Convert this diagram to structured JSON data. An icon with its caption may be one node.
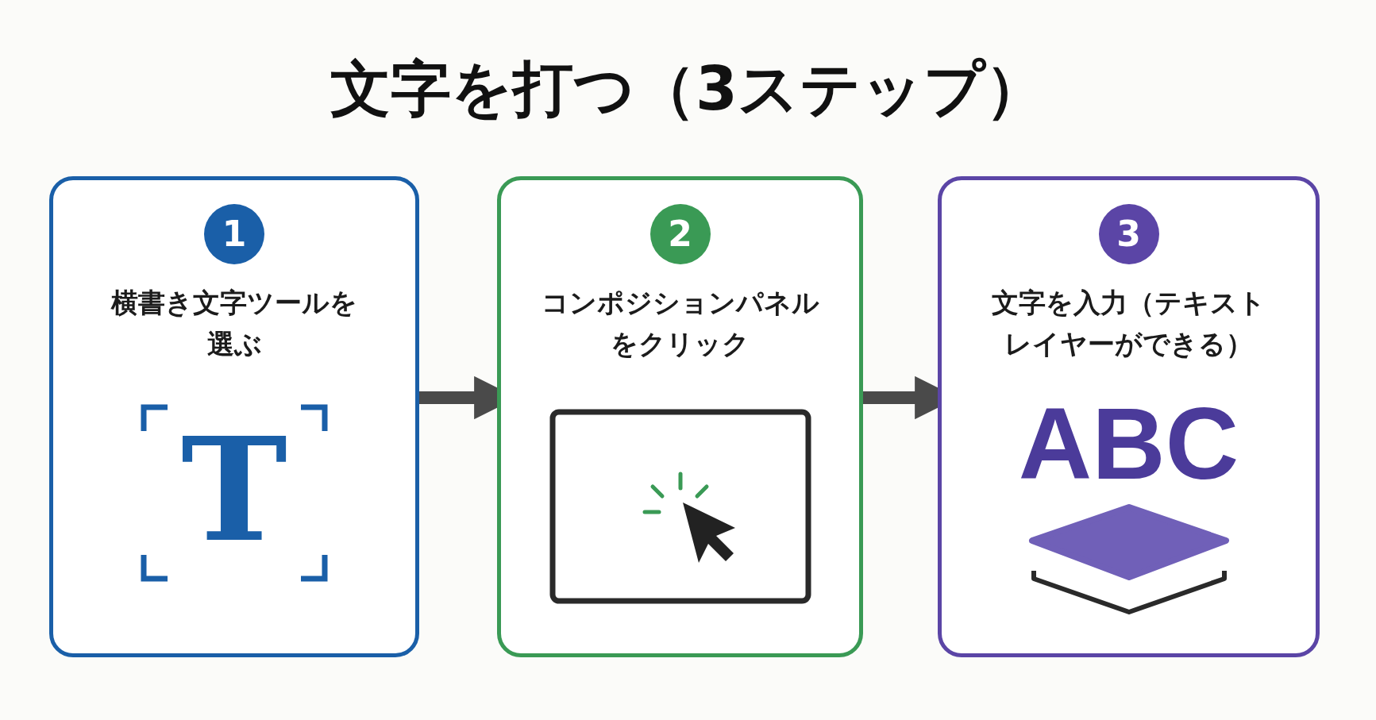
{
  "diagram": {
    "title": "文字を打つ（3ステップ）",
    "nodes": [
      {
        "text": [
          "1",
          "横書き文字ツールを選ぶ",
          "T"
        ]
      },
      {
        "text": [
          "2",
          "コンポジションパネルをクリック"
        ]
      },
      {
        "text": [
          "3",
          "文字を入力（テキストレイヤーができる）",
          "ABC"
        ]
      }
    ],
    "edges": [
      {
        "from": 0,
        "to": 1,
        "arrow": "to"
      },
      {
        "from": 1,
        "to": 2,
        "arrow": "to"
      }
    ]
  }
}
